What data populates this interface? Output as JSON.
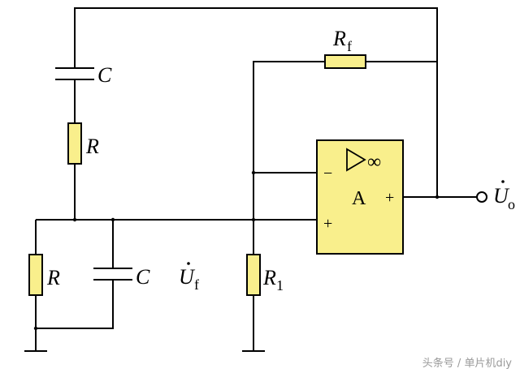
{
  "labels": {
    "c_top": "C",
    "r_top": "R",
    "r_bottom": "R",
    "c_bottom": "C",
    "rf_main": "R",
    "rf_sub": "f",
    "r1_main": "R",
    "r1_sub": "1",
    "uf_main": "U",
    "uf_sub": "f",
    "uo_main": "U",
    "uo_sub": "o",
    "amp_name": "A",
    "amp_inf": "∞",
    "amp_minus": "−",
    "amp_plus_in": "+",
    "amp_plus_out": "+"
  },
  "watermark": "头条号 / 单片机diy",
  "colors": {
    "component_fill": "#f9ef8c",
    "wire": "#000000"
  }
}
